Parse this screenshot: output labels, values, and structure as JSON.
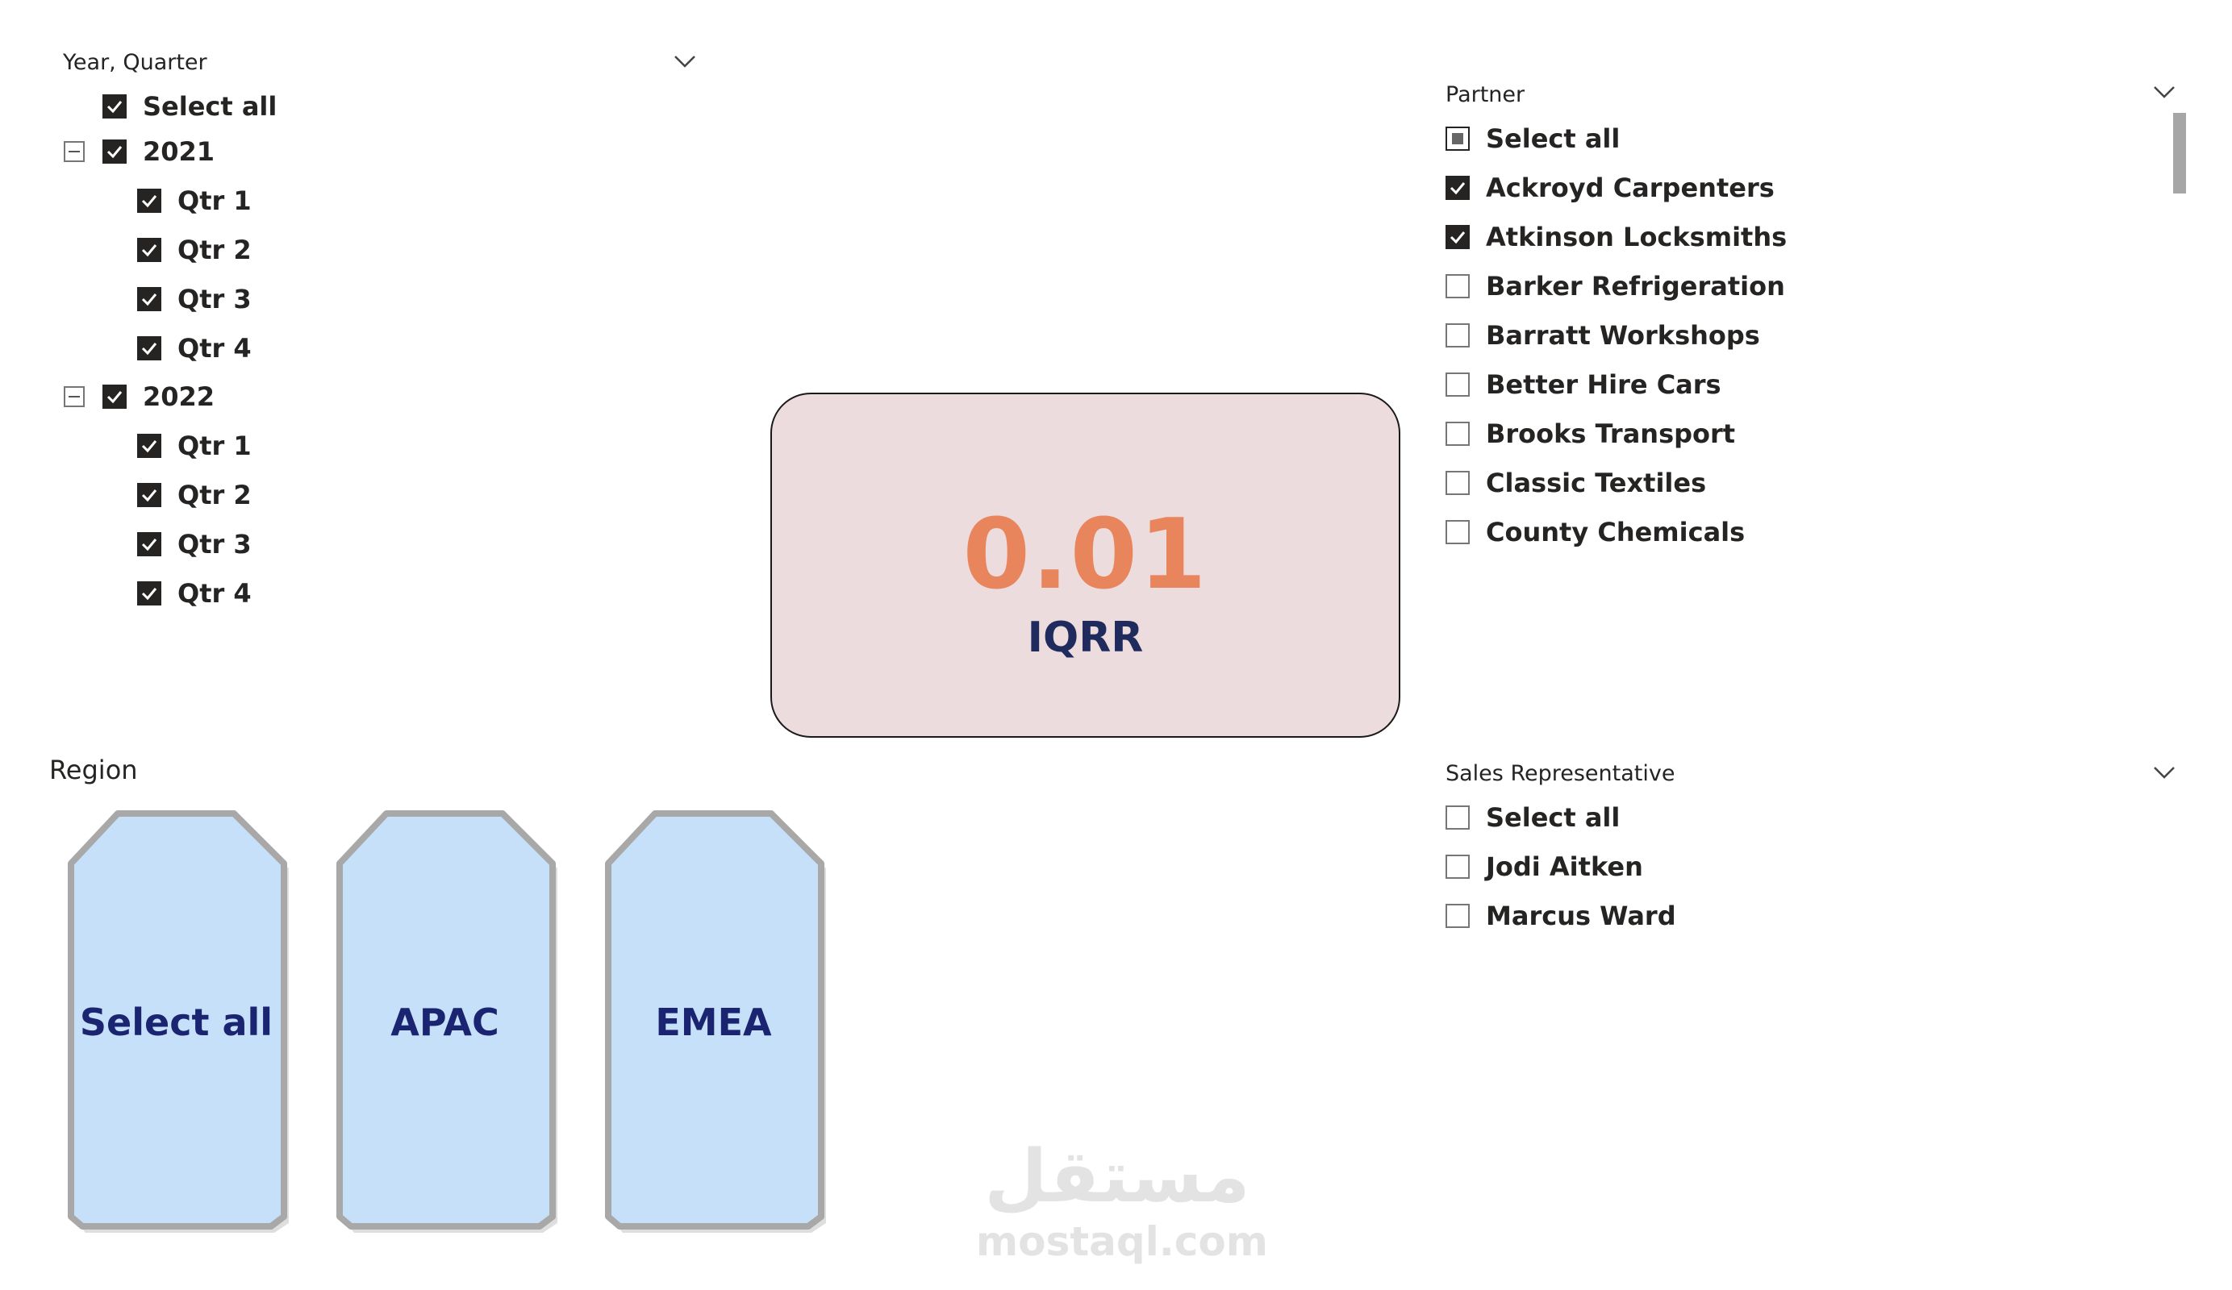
{
  "year_slicer": {
    "header": "Year, Quarter",
    "select_all": "Select all",
    "years": [
      {
        "label": "2021",
        "quarters": [
          "Qtr 1",
          "Qtr 2",
          "Qtr 3",
          "Qtr 4"
        ]
      },
      {
        "label": "2022",
        "quarters": [
          "Qtr 1",
          "Qtr 2",
          "Qtr 3",
          "Qtr 4"
        ]
      }
    ]
  },
  "partner_slicer": {
    "header": "Partner",
    "select_all": "Select all",
    "items": [
      {
        "label": "Ackroyd Carpenters",
        "checked": true
      },
      {
        "label": "Atkinson Locksmiths",
        "checked": true
      },
      {
        "label": "Barker Refrigeration",
        "checked": false
      },
      {
        "label": "Barratt Workshops",
        "checked": false
      },
      {
        "label": "Better Hire Cars",
        "checked": false
      },
      {
        "label": "Brooks Transport",
        "checked": false
      },
      {
        "label": "Classic Textiles",
        "checked": false
      },
      {
        "label": "County Chemicals",
        "checked": false
      }
    ]
  },
  "card": {
    "value": "0.01",
    "label": "IQRR",
    "value_color": "#e8855c",
    "background": "#eddcdd"
  },
  "region_slicer": {
    "title": "Region",
    "tiles": [
      "Select all",
      "APAC",
      "EMEA"
    ],
    "tile_color": "#c5e0f8"
  },
  "sales_rep_slicer": {
    "header": "Sales Representative",
    "select_all": "Select all",
    "items": [
      "Jodi Aitken",
      "Marcus Ward"
    ]
  },
  "watermark": {
    "arabic": "مستقل",
    "latin": "mostaql.com"
  }
}
